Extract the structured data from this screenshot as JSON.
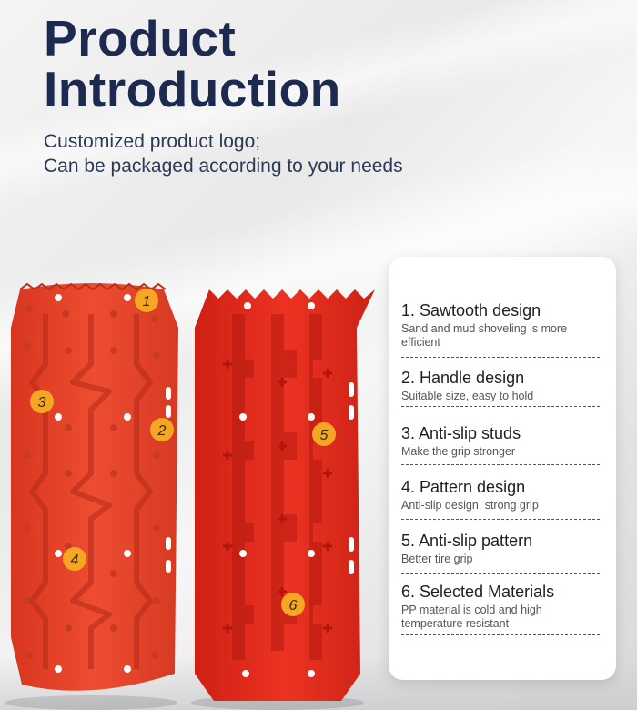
{
  "header": {
    "title_line1": "Product",
    "title_line2": "Introduction",
    "subtitle_line1": "Customized product logo;",
    "subtitle_line2": "Can be packaged according to your needs"
  },
  "callouts": [
    "1",
    "2",
    "3",
    "4",
    "5",
    "6"
  ],
  "features": [
    {
      "title": "1. Sawtooth design",
      "desc": "Sand and mud shoveling is more efficient"
    },
    {
      "title": "2. Handle design",
      "desc": "Suitable size, easy to hold"
    },
    {
      "title": "3. Anti-slip studs",
      "desc": "Make the grip stronger"
    },
    {
      "title": "4. Pattern design",
      "desc": "Anti-slip design, strong grip"
    },
    {
      "title": "5. Anti-slip pattern",
      "desc": "Better tire grip"
    },
    {
      "title": "6. Selected Materials",
      "desc": "PP material is cold and high temperature resistant"
    }
  ],
  "colors": {
    "title": "#1b2a4e",
    "board_left": "#e8432a",
    "board_right": "#e32b1f",
    "callout": "#f5a623",
    "panel": "#ffffff"
  },
  "icons": {
    "board_left": "recovery-board-top-icon",
    "board_right": "recovery-board-bottom-icon"
  }
}
